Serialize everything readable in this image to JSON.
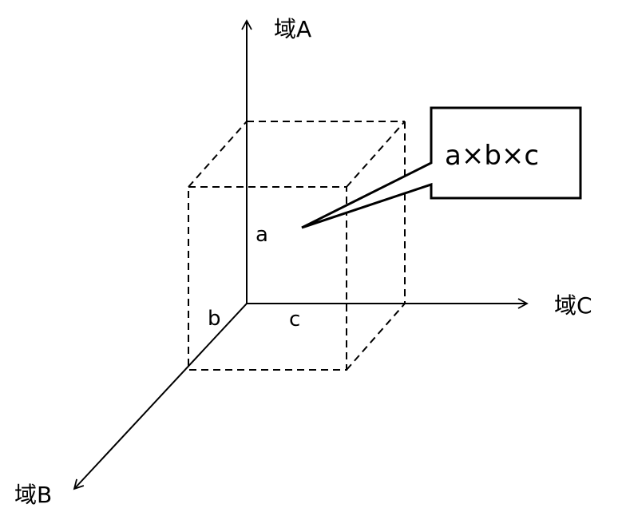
{
  "axes": {
    "a": "域A",
    "b": "域B",
    "c": "域C"
  },
  "dimensions": {
    "a": "a",
    "b": "b",
    "c": "c"
  },
  "callout": {
    "text": "a×b×c"
  },
  "colors": {
    "line": "#000000",
    "background": "#ffffff"
  }
}
